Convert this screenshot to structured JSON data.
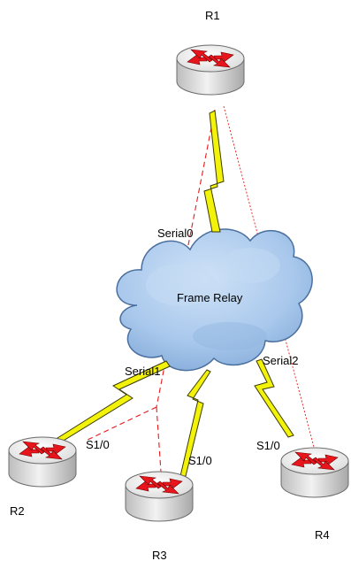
{
  "routers": {
    "r1": {
      "name": "R1"
    },
    "r2": {
      "name": "R2"
    },
    "r3": {
      "name": "R3"
    },
    "r4": {
      "name": "R4"
    }
  },
  "cloud": {
    "label": "Frame Relay"
  },
  "interfaces": {
    "r1_cloud": "Serial0",
    "cloud_r2": "Serial1",
    "cloud_r4": "Serial2",
    "r2_port": "S1/0",
    "r3_port": "S1/0",
    "r4_port": "S1/0"
  },
  "colors": {
    "router_arrow": "#e8151c",
    "router_body": "#dedede",
    "serial_link": "#f2f20a",
    "serial_link_outline": "#3b3b00",
    "virtual_circuit": "#e81a1a",
    "cloud_fill": "#a9c8ec",
    "cloud_stroke": "#4a6f9e"
  }
}
